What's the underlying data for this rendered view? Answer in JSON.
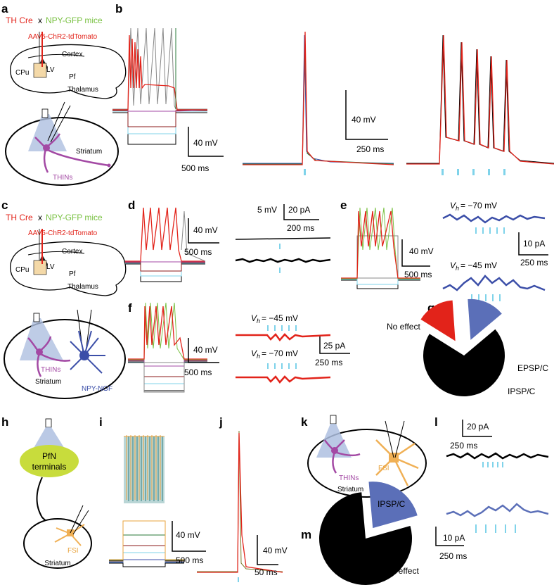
{
  "panels": {
    "a": {
      "label": "a",
      "title_left": "TH Cre",
      "title_x": "x",
      "title_right": "NPY-GFP mice",
      "virus": "AAV5-ChR2-tdTomato",
      "cortex": "Cortex",
      "cpu": "CPu",
      "lv": "LV",
      "pf": "Pf",
      "thalamus": "Thalamus",
      "striatum": "Striatum",
      "thins": "THINs"
    },
    "b": {
      "label": "b",
      "scale1_mv": "40 mV",
      "scale1_ms": "500 ms",
      "scale2_mv": "40 mV",
      "scale2_ms": "250 ms"
    },
    "c": {
      "label": "c",
      "title_left": "TH Cre",
      "title_x": "x",
      "title_right": "NPY-GFP mice",
      "virus": "AAV5-ChR2-tdTomato",
      "cortex": "Cortex",
      "cpu": "CPu",
      "lv": "LV",
      "pf": "Pf",
      "thalamus": "Thalamus",
      "thins": "THINs",
      "striatum": "Striatum",
      "npy_ngf": "NPY-NGF"
    },
    "d": {
      "label": "d",
      "scale_mv": "40 mV",
      "scale_ms": "500 ms",
      "scale2_mv": "5 mV",
      "scale2_pa": "20 pA",
      "scale2_ms": "200 ms"
    },
    "e": {
      "label": "e",
      "scale_mv": "40 mV",
      "scale_ms": "500 ms",
      "vh1": "V",
      "vh1_sub": "h",
      "vh1_val": "= −70 mV",
      "vh2": "V",
      "vh2_sub": "h",
      "vh2_val": "= −45 mV",
      "scale_pa": "10 pA",
      "scale_ms2": "250 ms"
    },
    "f": {
      "label": "f",
      "scale_mv": "40 mV",
      "scale_ms": "500 ms",
      "vh1": "V",
      "vh1_sub": "h",
      "vh1_val": "= −45 mV",
      "vh2": "V",
      "vh2_sub": "h",
      "vh2_val": "= −70 mV",
      "scale_pa": "25 pA",
      "scale_ms2": "250 ms"
    },
    "g": {
      "label": "g",
      "no_effect": "No effect",
      "epsp": "EPSP/C",
      "ipsp": "IPSP/C"
    },
    "h": {
      "label": "h",
      "pfn": "PfN",
      "terminals": "terminals",
      "fsi": "FSI",
      "striatum": "Striatum"
    },
    "i": {
      "label": "i",
      "scale_mv": "40 mV",
      "scale_ms": "500 ms"
    },
    "j": {
      "label": "j",
      "scale_mv": "40 mV",
      "scale_ms": "50 ms"
    },
    "k": {
      "label": "k",
      "thins": "THINs",
      "fsi": "FSI",
      "striatum": "Striatum"
    },
    "l": {
      "label": "l",
      "scale_pa": "20 pA",
      "scale_ms": "250 ms",
      "scale_pa2": "10 pA",
      "scale_ms2": "250 ms"
    },
    "m": {
      "label": "m",
      "ipsp": "IPSP/C",
      "no_effect": "No effect"
    }
  },
  "pie_g": {
    "type": "pie",
    "slices": [
      {
        "label": "No effect",
        "fraction": 0.7,
        "color": "#000000"
      },
      {
        "label": "EPSP/C",
        "fraction": 0.15,
        "color": "#e2231a"
      },
      {
        "label": "IPSP/C",
        "fraction": 0.15,
        "color": "#5b6fb8"
      }
    ]
  },
  "pie_m": {
    "type": "pie",
    "slices": [
      {
        "label": "IPSP/C",
        "fraction": 0.22,
        "color": "#5b6fb8"
      },
      {
        "label": "No effect",
        "fraction": 0.78,
        "color": "#000000"
      }
    ]
  },
  "colors": {
    "red": "#e2231a",
    "green": "#7ac143",
    "purple": "#a349a4",
    "blue": "#3b4ea8",
    "light_blue": "#7fd3ea",
    "orange": "#e8a33d",
    "fsi_orange": "#f0b055",
    "pfn_yellow": "#c8dc3c",
    "light_cone": "#aebfe0"
  }
}
